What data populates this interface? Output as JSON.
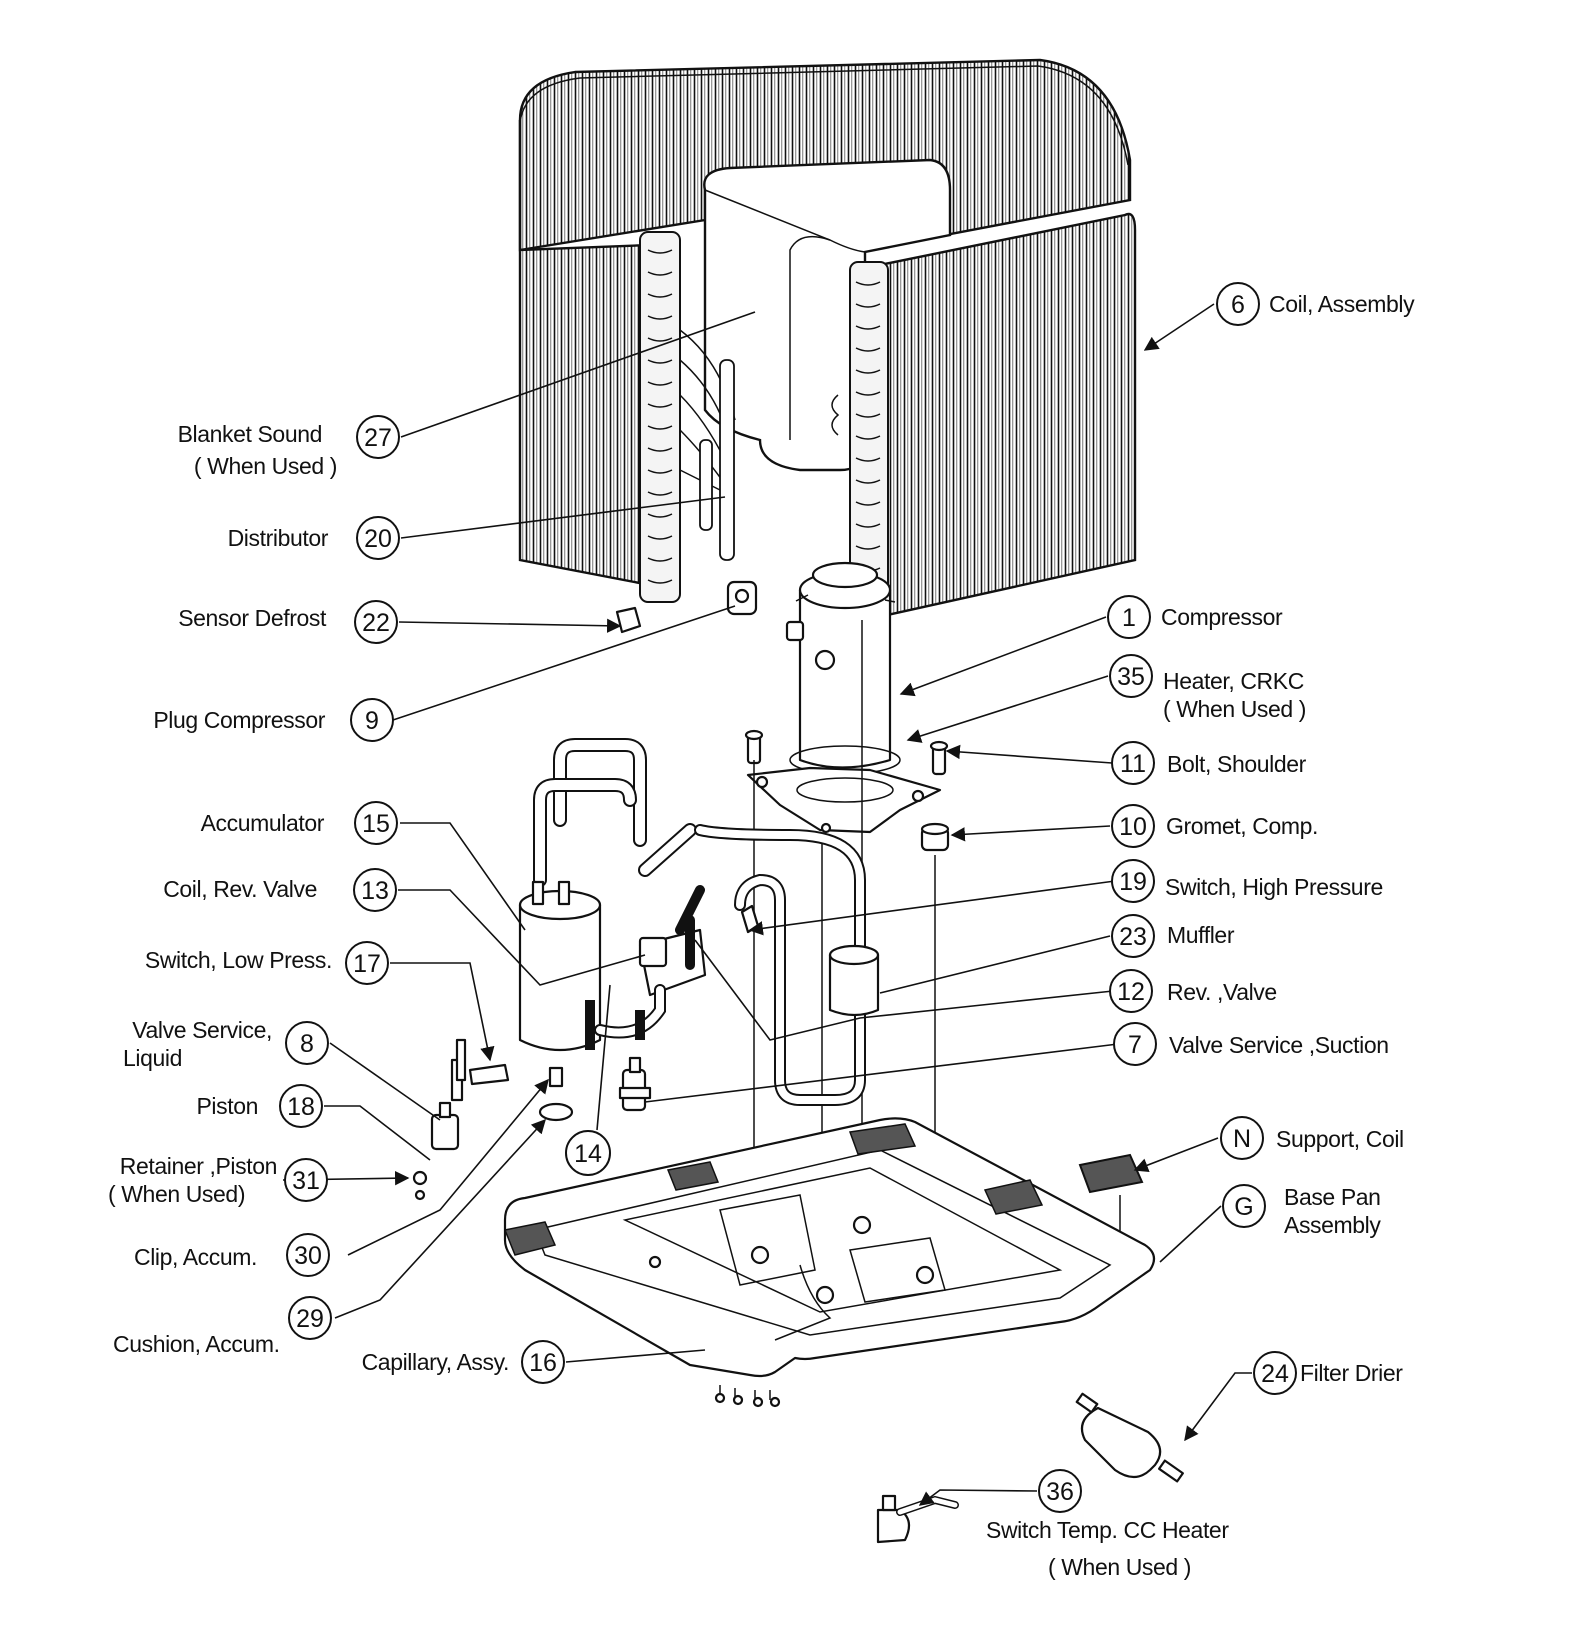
{
  "callouts": [
    {
      "id": "6",
      "label": "Coil, Assembly",
      "label2": ""
    },
    {
      "id": "27",
      "label": "Blanket Sound",
      "label2": "( When Used )"
    },
    {
      "id": "20",
      "label": "Distributor",
      "label2": ""
    },
    {
      "id": "22",
      "label": "Sensor Defrost",
      "label2": ""
    },
    {
      "id": "1",
      "label": "Compressor",
      "label2": ""
    },
    {
      "id": "35",
      "label": "Heater, CRKC",
      "label2": "( When Used )"
    },
    {
      "id": "9",
      "label": "Plug Compressor",
      "label2": ""
    },
    {
      "id": "11",
      "label": "Bolt, Shoulder",
      "label2": ""
    },
    {
      "id": "15",
      "label": "Accumulator",
      "label2": ""
    },
    {
      "id": "10",
      "label": "Gromet, Comp.",
      "label2": ""
    },
    {
      "id": "13",
      "label": "Coil, Rev. Valve",
      "label2": ""
    },
    {
      "id": "19",
      "label": "Switch, High Pressure",
      "label2": ""
    },
    {
      "id": "17",
      "label": "Switch, Low Press.",
      "label2": ""
    },
    {
      "id": "23",
      "label": "Muffler",
      "label2": ""
    },
    {
      "id": "8",
      "label": "Valve Service,",
      "label2": "Liquid"
    },
    {
      "id": "12",
      "label": "Rev. ,Valve",
      "label2": ""
    },
    {
      "id": "7",
      "label": "Valve Service ,Suction",
      "label2": ""
    },
    {
      "id": "18",
      "label": "Piston",
      "label2": ""
    },
    {
      "id": "14",
      "label": "",
      "label2": ""
    },
    {
      "id": "N",
      "label": "Support, Coil",
      "label2": ""
    },
    {
      "id": "31",
      "label": "Retainer ,Piston",
      "label2": "( When Used)"
    },
    {
      "id": "G",
      "label": "Base Pan",
      "label2": "Assembly"
    },
    {
      "id": "30",
      "label": "Clip, Accum.",
      "label2": ""
    },
    {
      "id": "29",
      "label": "Cushion, Accum.",
      "label2": ""
    },
    {
      "id": "16",
      "label": "Capillary, Assy.",
      "label2": ""
    },
    {
      "id": "24",
      "label": "Filter Drier",
      "label2": ""
    },
    {
      "id": "36",
      "label": "Switch Temp. CC Heater",
      "label2": "( When Used )"
    }
  ]
}
